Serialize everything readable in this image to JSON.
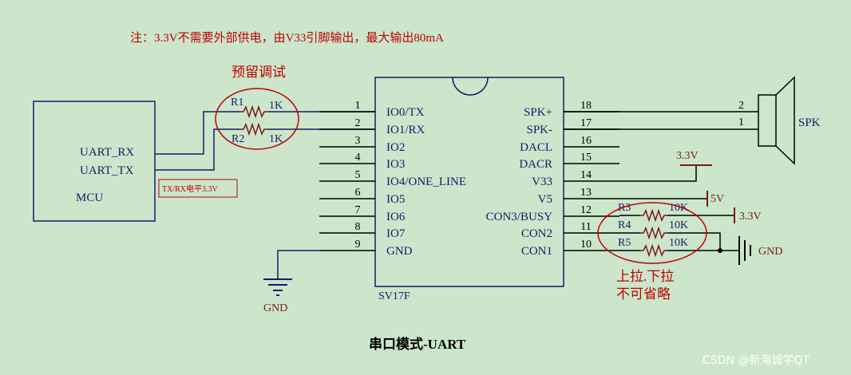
{
  "note": "注：3.3V不需要外部供电，由V33引脚输出，最大输出80mA",
  "title": "串口模式-UART",
  "watermark": "CSDN @新海诚学QT",
  "annotations": {
    "reserved_debug": "预留调试",
    "pull_optional_line1": "上拉.下拉",
    "pull_optional_line2": "不可省略",
    "txrx_level": "TX/RX电平3.3V"
  },
  "mcu": {
    "label": "MCU",
    "pins": [
      "UART_RX",
      "UART_TX"
    ]
  },
  "resistors": {
    "r1": {
      "name": "R1",
      "value": "1K"
    },
    "r2": {
      "name": "R2",
      "value": "1K"
    },
    "r3": {
      "name": "R3",
      "value": "10K"
    },
    "r4": {
      "name": "R4",
      "value": "10K"
    },
    "r5": {
      "name": "R5",
      "value": "10K"
    }
  },
  "chip": {
    "name": "SV17F",
    "left_pins": [
      {
        "num": "1",
        "name": "IO0/TX"
      },
      {
        "num": "2",
        "name": "IO1/RX"
      },
      {
        "num": "3",
        "name": "IO2"
      },
      {
        "num": "4",
        "name": "IO3"
      },
      {
        "num": "5",
        "name": "IO4/ONE_LINE"
      },
      {
        "num": "6",
        "name": "IO5"
      },
      {
        "num": "7",
        "name": "IO6"
      },
      {
        "num": "8",
        "name": "IO7"
      },
      {
        "num": "9",
        "name": "GND"
      }
    ],
    "right_pins": [
      {
        "num": "18",
        "name": "SPK+"
      },
      {
        "num": "17",
        "name": "SPK-"
      },
      {
        "num": "16",
        "name": "DACL"
      },
      {
        "num": "15",
        "name": "DACR"
      },
      {
        "num": "14",
        "name": "V33"
      },
      {
        "num": "13",
        "name": "V5"
      },
      {
        "num": "12",
        "name": "CON3/BUSY"
      },
      {
        "num": "11",
        "name": "CON2"
      },
      {
        "num": "10",
        "name": "CON1"
      }
    ]
  },
  "speaker": {
    "label": "SPK",
    "pin_top": "2",
    "pin_bottom": "1"
  },
  "power": {
    "v33": "3.3V",
    "v5": "5V",
    "pullup": "3.3V",
    "gnd_right": "GND",
    "gnd_left": "GND"
  }
}
